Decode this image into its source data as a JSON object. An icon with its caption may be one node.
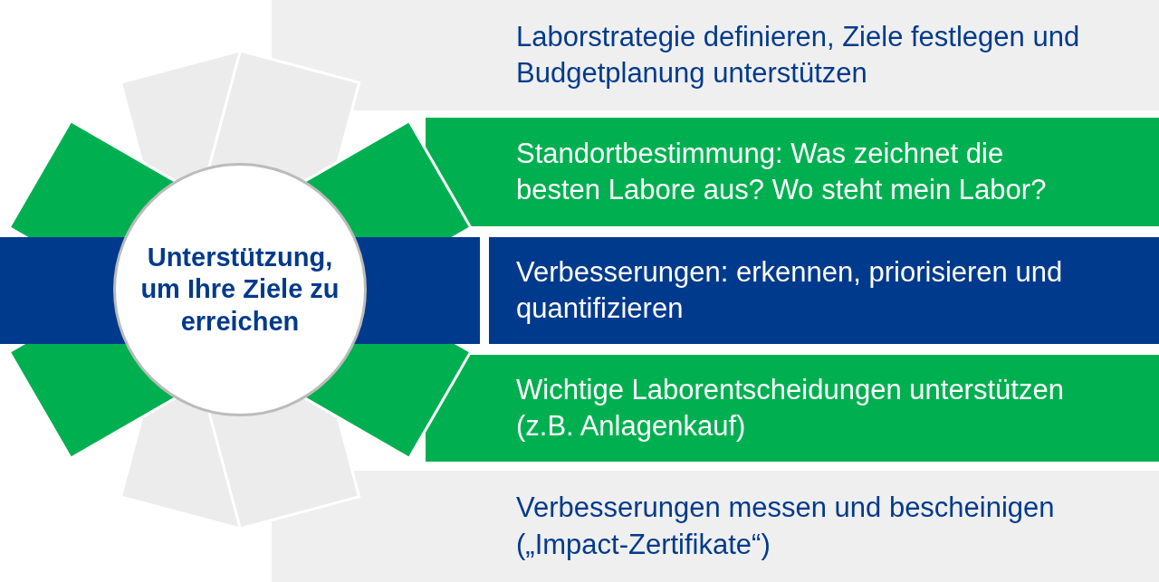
{
  "diagram": {
    "nodes": [
      {
        "text": [
          "Unterstützung, um Ihre Ziele zu erreichen"
        ]
      },
      {
        "text": [
          "Laborstrategie definieren, Ziele festlegen und Budgetplanung unterstützen"
        ]
      },
      {
        "text": [
          "Standortbestimmung: Was zeichnet die besten Labore aus? Wo steht mein Labor?"
        ]
      },
      {
        "text": [
          "Verbesserungen: erkennen, priorisieren und quantifizieren"
        ]
      },
      {
        "text": [
          "Wichtige Laborentscheidungen unterstützen (z.B. Anlagenkauf)"
        ]
      },
      {
        "text": [
          "Verbesserungen messen und bescheinigen („Impact-Zertifikate“)"
        ]
      }
    ]
  }
}
